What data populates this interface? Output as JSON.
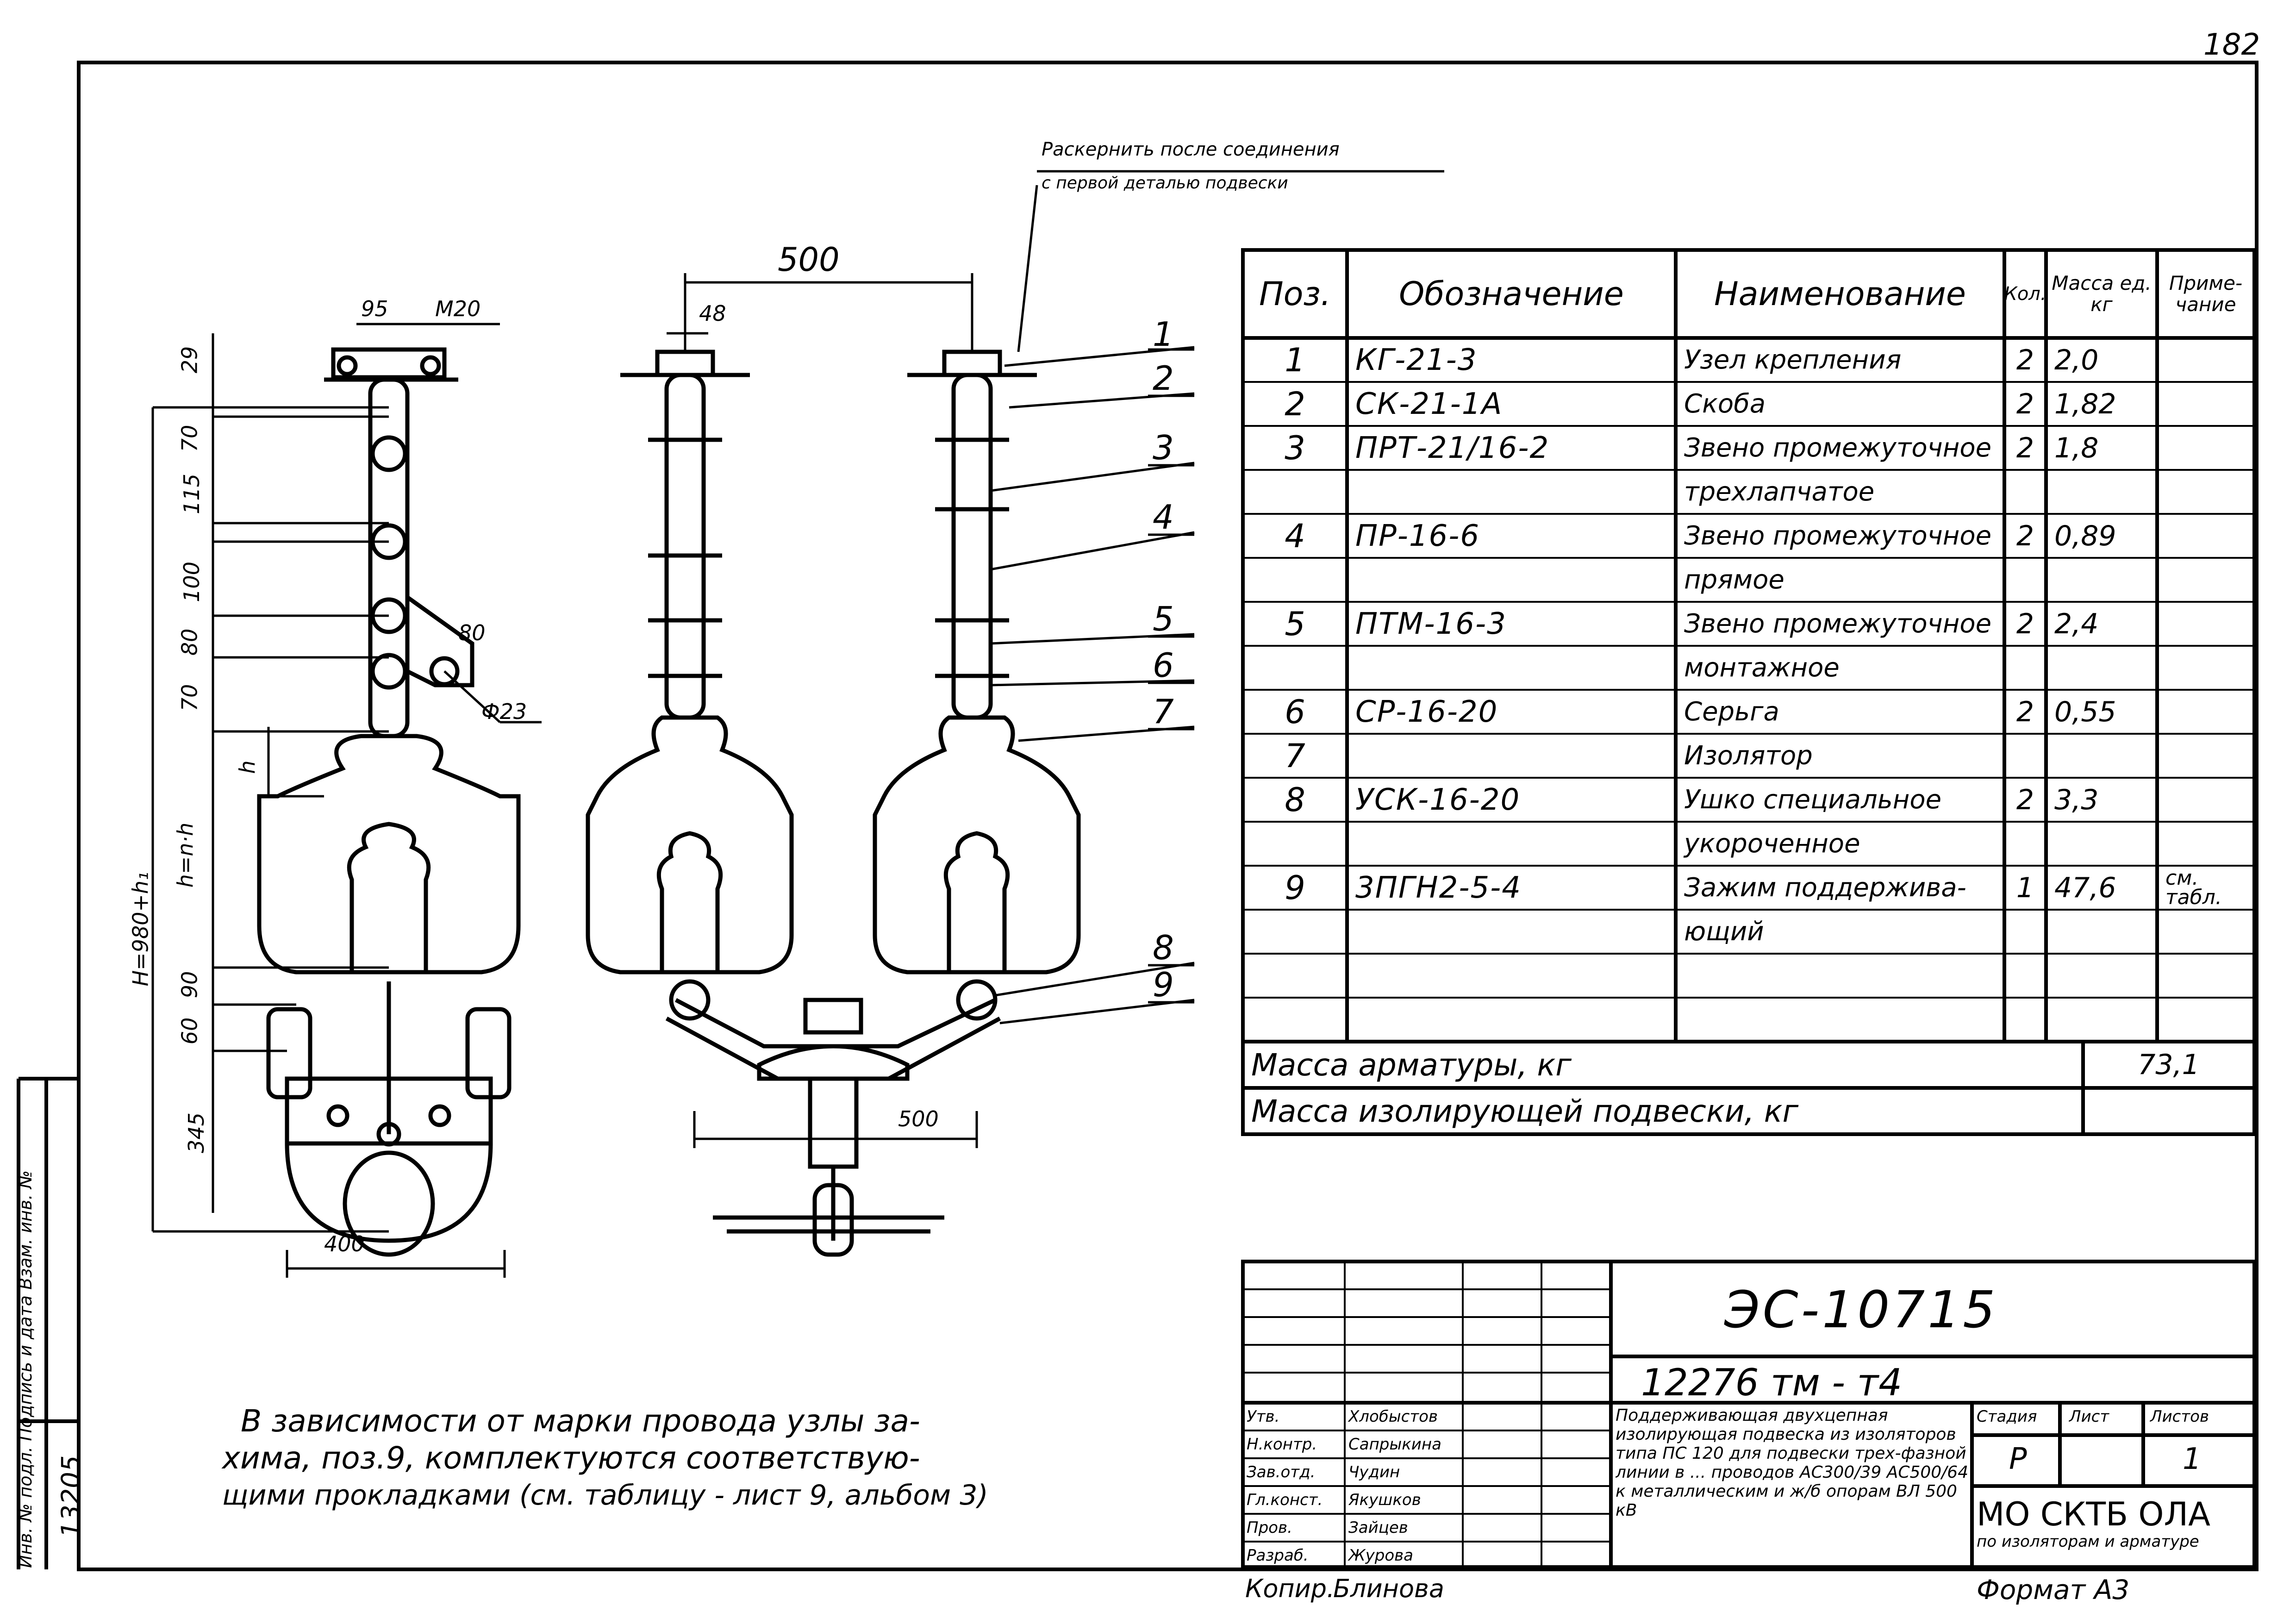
{
  "sheet_number": "182",
  "drawing": {
    "dimensions_left": [
      "95",
      "М20",
      "29",
      "70",
      "115",
      "100",
      "80",
      "70",
      "80",
      "Ф23",
      "h",
      "h=n·h",
      "Н=980+h₁",
      "90",
      "60",
      "345",
      "400"
    ],
    "dimensions_right": [
      "500",
      "48",
      "500"
    ],
    "note_top": [
      "Раскернить после соединения",
      "с первой деталью подвески"
    ],
    "position_numbers": [
      "1",
      "2",
      "3",
      "4",
      "5",
      "6",
      "7",
      "8",
      "9"
    ]
  },
  "spec_table": {
    "headers": {
      "pos": "Поз.",
      "designation": "Обозначение",
      "name": "Наименование",
      "qty": "Кол.",
      "mass": "Масса ед. кг",
      "note": "Приме- чание"
    },
    "rows": [
      {
        "pos": "1",
        "designation": "КГ-21-3",
        "name": "Узел крепления",
        "qty": "2",
        "mass": "2,0",
        "note": ""
      },
      {
        "pos": "2",
        "designation": "СК-21-1А",
        "name": "Скоба",
        "qty": "2",
        "mass": "1,82",
        "note": ""
      },
      {
        "pos": "3",
        "designation": "ПРТ-21/16-2",
        "name": "Звено промежуточное",
        "qty": "2",
        "mass": "1,8",
        "note": ""
      },
      {
        "pos": "",
        "designation": "",
        "name": "трехлапчатое",
        "qty": "",
        "mass": "",
        "note": ""
      },
      {
        "pos": "4",
        "designation": "ПР-16-6",
        "name": "Звено промежуточное",
        "qty": "2",
        "mass": "0,89",
        "note": ""
      },
      {
        "pos": "",
        "designation": "",
        "name": "прямое",
        "qty": "",
        "mass": "",
        "note": ""
      },
      {
        "pos": "5",
        "designation": "ПТМ-16-3",
        "name": "Звено промежуточное",
        "qty": "2",
        "mass": "2,4",
        "note": ""
      },
      {
        "pos": "",
        "designation": "",
        "name": "монтажное",
        "qty": "",
        "mass": "",
        "note": ""
      },
      {
        "pos": "6",
        "designation": "СР-16-20",
        "name": "Серьга",
        "qty": "2",
        "mass": "0,55",
        "note": ""
      },
      {
        "pos": "7",
        "designation": "",
        "name": "Изолятор",
        "qty": "",
        "mass": "",
        "note": ""
      },
      {
        "pos": "8",
        "designation": "УСК-16-20",
        "name": "Ушко специальное",
        "qty": "2",
        "mass": "3,3",
        "note": ""
      },
      {
        "pos": "",
        "designation": "",
        "name": "укороченное",
        "qty": "",
        "mass": "",
        "note": ""
      },
      {
        "pos": "9",
        "designation": "3ПГН2-5-4",
        "name": "Зажим поддержива-",
        "qty": "1",
        "mass": "47,6",
        "note": "см. табл."
      },
      {
        "pos": "",
        "designation": "",
        "name": "ющий",
        "qty": "",
        "mass": "",
        "note": ""
      },
      {
        "pos": "",
        "designation": "",
        "name": "",
        "qty": "",
        "mass": "",
        "note": ""
      },
      {
        "pos": "",
        "designation": "",
        "name": "",
        "qty": "",
        "mass": "",
        "note": ""
      }
    ],
    "footer": [
      {
        "label": "Масса арматуры, кг",
        "value": "73,1"
      },
      {
        "label": "Масса изолирующей подвески, кг",
        "value": ""
      }
    ]
  },
  "note_bottom": [
    "В зависимости от марки провода узлы за-",
    "хима, поз.9, комплектуются соответствую-",
    "щими прокладками (см. таблицу - лист 9, альбом 3)"
  ],
  "title_block": {
    "code": "ЭС-10715",
    "subcode": "12276 тм - т4",
    "signatures": [
      {
        "role": "Утв.",
        "name": "Хлобыстов"
      },
      {
        "role": "Н.контр.",
        "name": "Сапрыкина"
      },
      {
        "role": "Зав.отд.",
        "name": "Чудин"
      },
      {
        "role": "Гл.конст.",
        "name": "Якушков"
      },
      {
        "role": "Пров.",
        "name": "Зайцев"
      },
      {
        "role": "Разраб.",
        "name": "Журова"
      }
    ],
    "description": "Поддерживающая двухцепная изолирующая подвеска из изоляторов типа ПС 120 для подвески трех-фазной линии в ... проводов АС300/39  АС500/64 к металлическим и ж/б опорам ВЛ 500 кВ",
    "stage_label": "Стадия",
    "sheet_label": "Лист",
    "sheets_label": "Листов",
    "stage": "Р",
    "sheet": "",
    "sheets_total": "1",
    "org": "МО СКТБ ОЛА",
    "org_sub": "по изоляторам и арматуре",
    "copied_by_label": "Копир.",
    "copied_by": "Блинова",
    "format": "Формат А3"
  },
  "side_stamp": {
    "label": "Инв. № подл. Подпись и дата Взам. инв. №",
    "inv": "13205"
  }
}
